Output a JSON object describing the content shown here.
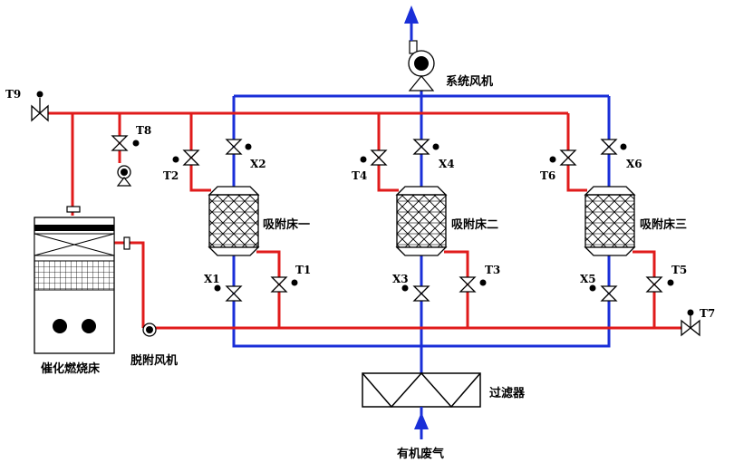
{
  "labels": {
    "system_fan": "系统风机",
    "desorption_fan": "脱附风机",
    "catalytic_bed": "催化燃烧床",
    "filter": "过滤器",
    "waste_gas": "有机废气",
    "bed1": "吸附床一",
    "bed2": "吸附床二",
    "bed3": "吸附床三"
  },
  "valves": {
    "X1": "X1",
    "X2": "X2",
    "X3": "X3",
    "X4": "X4",
    "X5": "X5",
    "X6": "X6",
    "T1": "T1",
    "T2": "T2",
    "T3": "T3",
    "T4": "T4",
    "T5": "T5",
    "T6": "T6",
    "T7": "T7",
    "T8": "T8",
    "T9": "T9"
  },
  "colors": {
    "hot_line": "#e01b1b",
    "process_line": "#1a2fd8",
    "arrow": "#1a2fd8"
  }
}
